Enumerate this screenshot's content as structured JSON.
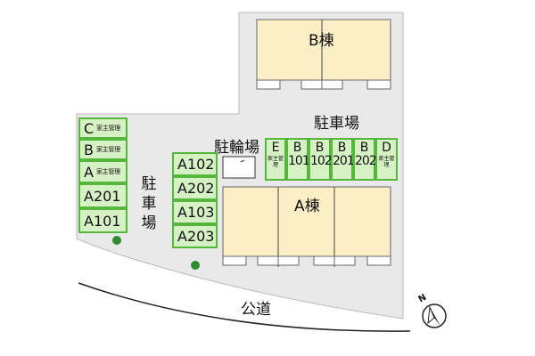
{
  "buildings": {
    "b_label": "B棟",
    "a_label": "A棟"
  },
  "parking": {
    "top_label": "駐車場",
    "left_label_chars": [
      "駐",
      "車",
      "場"
    ]
  },
  "bicycle_parking": "駐輪場",
  "road_label": "公道",
  "north_label": "N",
  "left_spots": [
    {
      "code": "C",
      "note": "家主管理"
    },
    {
      "code": "B",
      "note": "家主管理"
    },
    {
      "code": "A",
      "note": "家主管理"
    },
    {
      "code": "A201",
      "note": ""
    },
    {
      "code": "A101",
      "note": ""
    }
  ],
  "middle_spots": [
    "A102",
    "A202",
    "A103",
    "A203"
  ],
  "top_spots": [
    {
      "line1": "E",
      "line2": "",
      "note": "家主管理"
    },
    {
      "line1": "B",
      "line2": "101",
      "note": ""
    },
    {
      "line1": "B",
      "line2": "102",
      "note": ""
    },
    {
      "line1": "B",
      "line2": "201",
      "note": ""
    },
    {
      "line1": "B",
      "line2": "202",
      "note": ""
    },
    {
      "line1": "D",
      "line2": "",
      "note": "家主管理"
    }
  ],
  "colors": {
    "lot": "#e9e9e9",
    "building": "#fcefc5",
    "spot_fill": "#d6f1c4",
    "spot_border": "#55b83c",
    "tree": "#2e8b2e"
  }
}
